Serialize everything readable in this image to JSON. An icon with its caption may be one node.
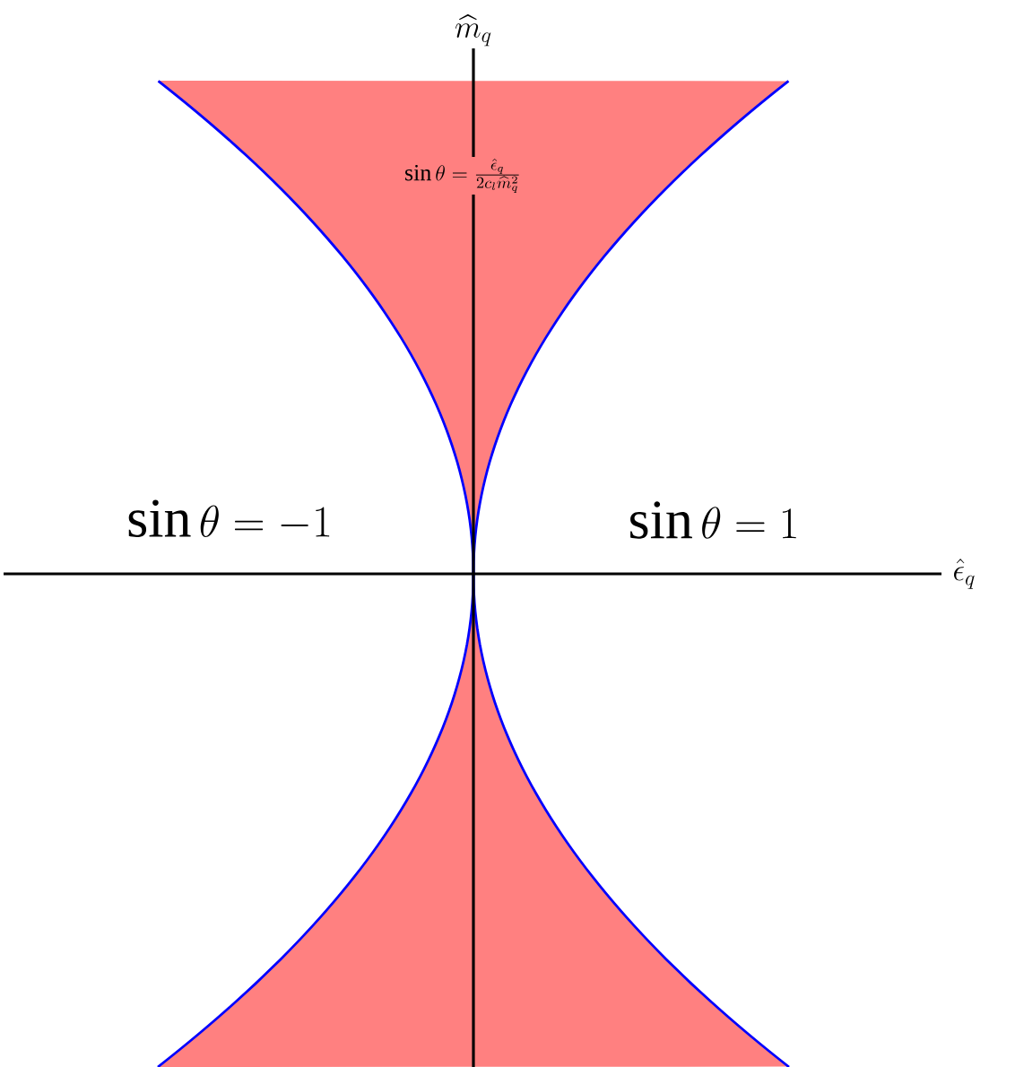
{
  "diagram": {
    "labels": [
      "\\widehat{m}_q",
      "\\sin\\theta=\\frac{\\hat{\\epsilon}_q}{2c_l\\widehat{m}_q^2}",
      "\\sin\\theta=-1",
      "\\sin\\theta=1",
      "\\hat{\\epsilon}_q"
    ]
  }
}
